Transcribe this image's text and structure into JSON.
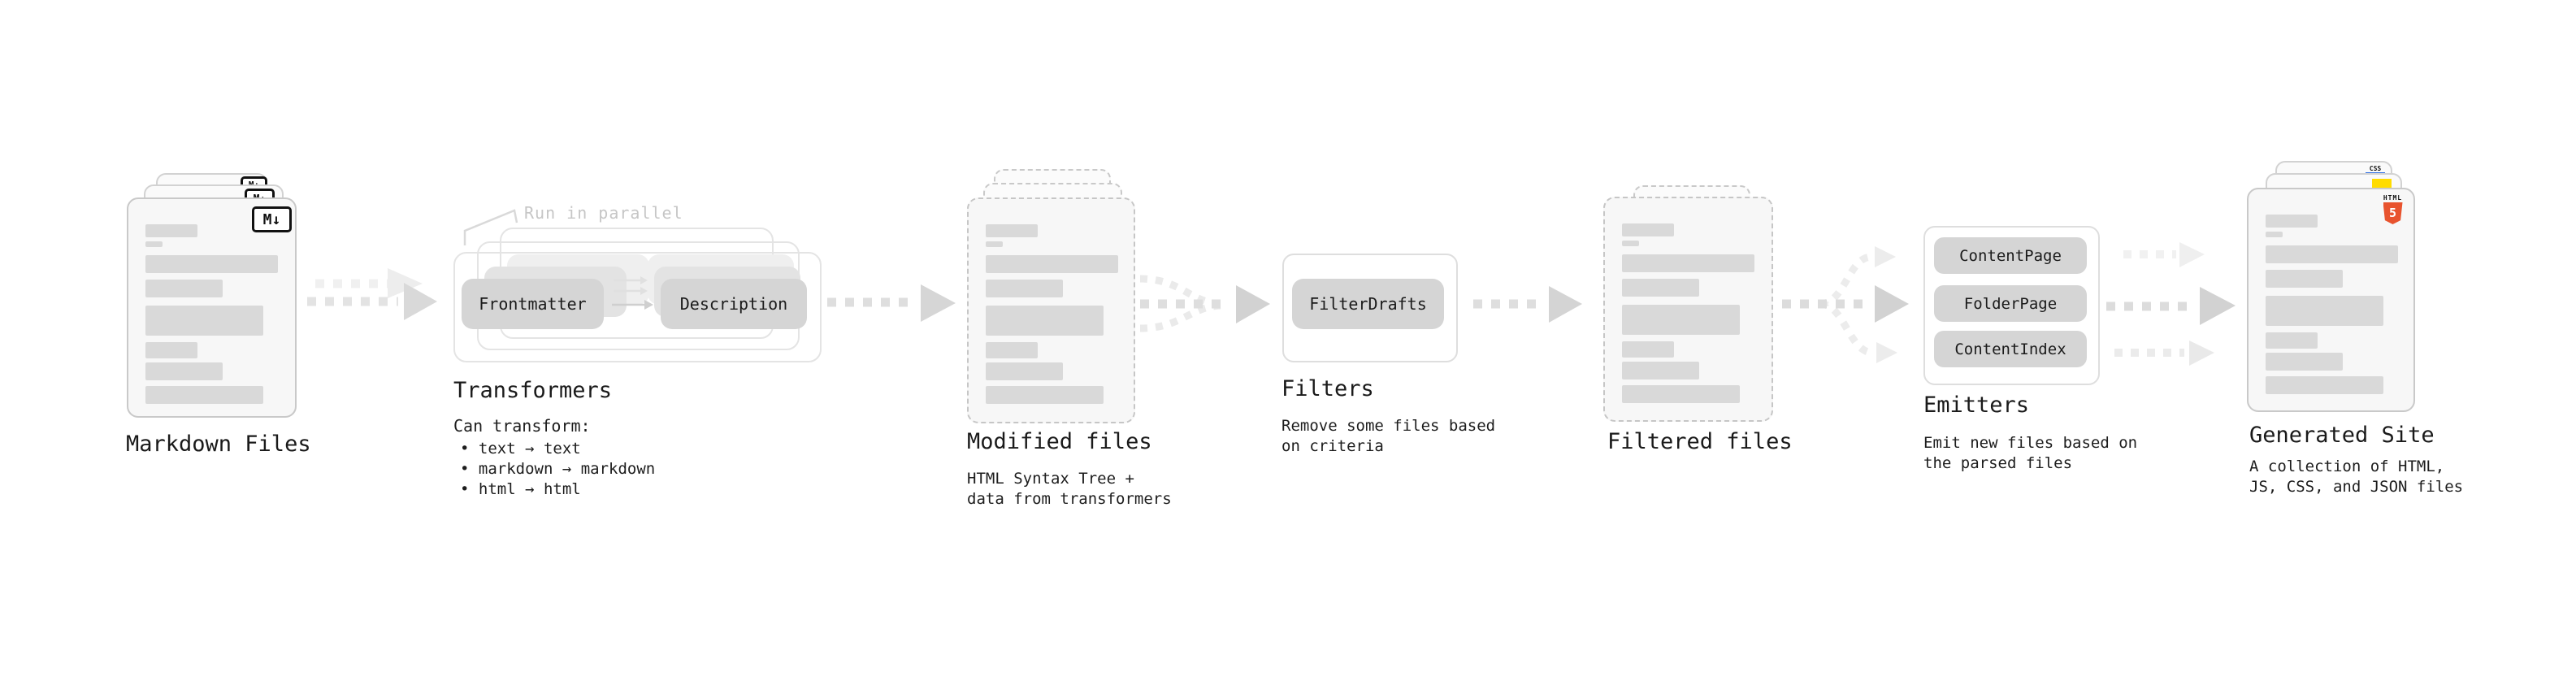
{
  "pipeline": {
    "markdown": {
      "label": "Markdown Files",
      "badge": "M↓"
    },
    "transformers": {
      "annotation": "Run in parallel",
      "box1": "Frontmatter",
      "box2": "Description",
      "heading": "Transformers",
      "caption": "Can transform:",
      "bullet1": "• text → text",
      "bullet2": "• markdown → markdown",
      "bullet3": "• html → html"
    },
    "modified": {
      "label": "Modified files",
      "caption1": "HTML Syntax Tree +",
      "caption2": "data from transformers"
    },
    "filters": {
      "heading": "Filters",
      "box": "FilterDrafts",
      "caption1": "Remove some files based",
      "caption2": "on criteria"
    },
    "filtered": {
      "label": "Filtered files"
    },
    "emitters": {
      "heading": "Emitters",
      "box1": "ContentPage",
      "box2": "FolderPage",
      "box3": "ContentIndex",
      "caption1": "Emit new files based on",
      "caption2": "the parsed files"
    },
    "generated": {
      "label": "Generated Site",
      "caption1": "A collection of HTML,",
      "caption2": "JS, CSS, and JSON files",
      "css_badge": "CSS",
      "html_badge_word": "HTML",
      "html_badge_number": "5"
    }
  },
  "colors": {
    "html5_orange": "#e8532e",
    "js_yellow": "#ffdc00",
    "css_blue": "#2f6fe4",
    "card_fill": "#f7f7f7",
    "placeholder_bar": "#d9d9d9",
    "box_fill": "#d5d5d5",
    "annotation_gray": "#c6c6c6"
  }
}
